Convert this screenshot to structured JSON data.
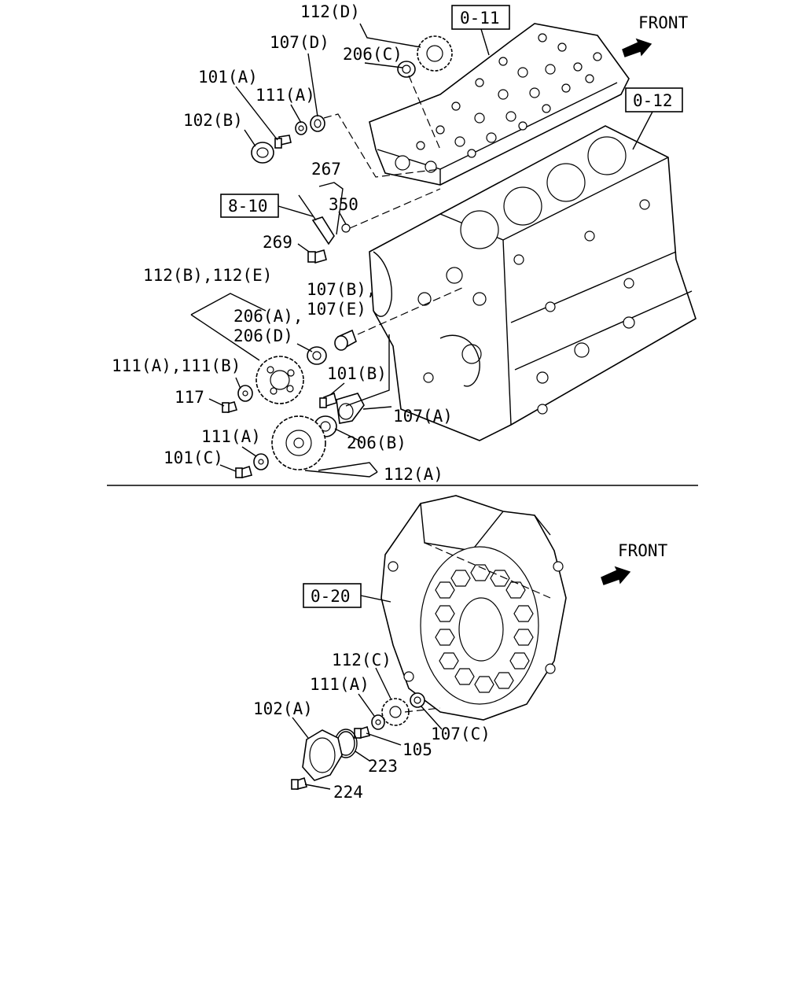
{
  "front_label": "FRONT",
  "refs": {
    "r011": "0-11",
    "r012": "0-12",
    "r810": "8-10",
    "r020": "0-20"
  },
  "labels": {
    "l112D": "112(D)",
    "l107D": "107(D)",
    "l206C": "206(C)",
    "l101A": "101(A)",
    "l111A_top": "111(A)",
    "l102B": "102(B)",
    "l267": "267",
    "l350": "350",
    "l269": "269",
    "l112BE": "112(B),112(E)",
    "l107BE_1": "107(B),",
    "l107BE_2": "107(E)",
    "l206A": "206(A),",
    "l206D": "206(D)",
    "l111AB": "111(A),111(B)",
    "l101B": "101(B)",
    "l117": "117",
    "l107A": "107(A)",
    "l111A_mid": "111(A)",
    "l206B": "206(B)",
    "l101C": "101(C)",
    "l112A": "112(A)",
    "l112C": "112(C)",
    "l111A_low": "111(A)",
    "l102A": "102(A)",
    "l107C": "107(C)",
    "l105": "105",
    "l223": "223",
    "l224": "224"
  },
  "colors": {
    "line": "#000000",
    "background": "#ffffff"
  }
}
